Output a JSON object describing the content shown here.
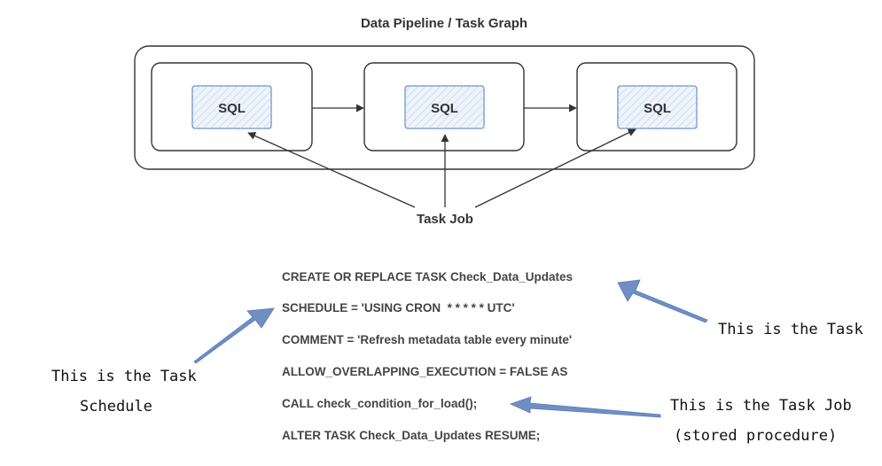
{
  "diagram": {
    "title": "Data Pipeline / Task Graph",
    "nodes": [
      {
        "label": "SQL"
      },
      {
        "label": "SQL"
      },
      {
        "label": "SQL"
      }
    ],
    "task_job_label": "Task Job"
  },
  "code": {
    "lines": [
      "CREATE OR REPLACE TASK Check_Data_Updates",
      "SCHEDULE = 'USING CRON  * * * * * UTC'",
      "COMMENT = 'Refresh metadata table every minute'",
      "ALLOW_OVERLAPPING_EXECUTION = FALSE AS",
      "CALL check_condition_for_load();",
      "ALTER TASK Check_Data_Updates RESUME;"
    ]
  },
  "annotations": {
    "task": "This is the Task",
    "schedule_line1": "This is the Task",
    "schedule_line2": "Schedule",
    "job_line1": "This is the Task Job",
    "job_line2": "(stored procedure)"
  },
  "colors": {
    "box_stroke": "#333333",
    "sql_stroke": "#6b93c9",
    "sql_fill": "#e8f0fa",
    "callout_arrow": "#6f8fc4"
  }
}
